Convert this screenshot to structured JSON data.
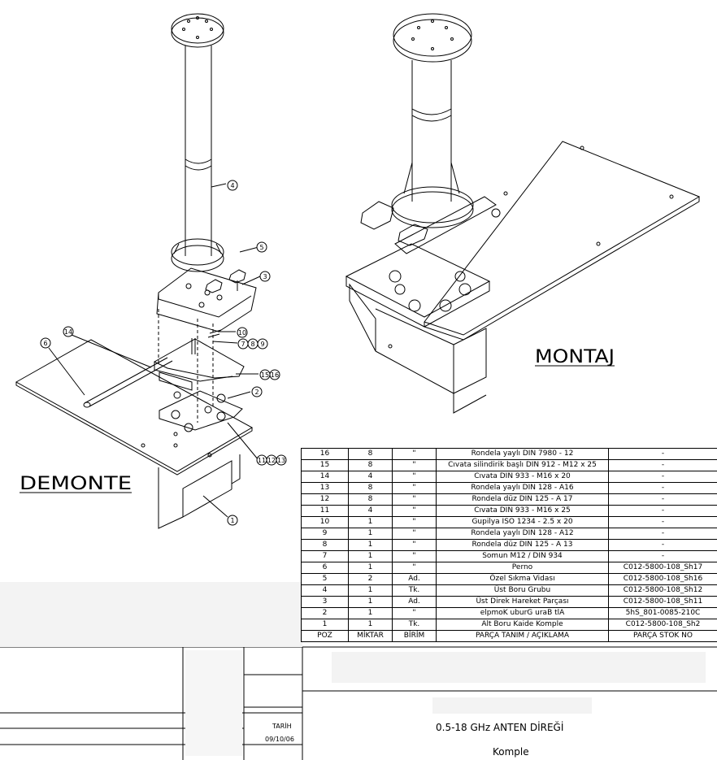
{
  "views": {
    "demonte": "DEMONTE",
    "montaj": "MONTAJ"
  },
  "callouts": [
    "1",
    "2",
    "3",
    "4",
    "5",
    "6",
    "7",
    "8",
    "9",
    "10",
    "11",
    "12",
    "13",
    "14",
    "15",
    "16"
  ],
  "bom": {
    "headers": [
      "POZ",
      "MİKTAR",
      "BİRİM",
      "PARÇA TANIM / AÇIKLAMA",
      "PARÇA STOK NO"
    ],
    "rows": [
      [
        "16",
        "8",
        "\"",
        "Rondela yaylı DIN 7980 - 12",
        "-"
      ],
      [
        "15",
        "8",
        "\"",
        "Cıvata silindirik başlı DIN 912 - M12 x 25",
        "-"
      ],
      [
        "14",
        "4",
        "\"",
        "Cıvata DIN 933 - M16 x 20",
        "-"
      ],
      [
        "13",
        "8",
        "\"",
        "Rondela yaylı DIN 128 - A16",
        "-"
      ],
      [
        "12",
        "8",
        "\"",
        "Rondela düz DIN 125 - A 17",
        "-"
      ],
      [
        "11",
        "4",
        "\"",
        "Cıvata DIN 933 - M16 x 25",
        "-"
      ],
      [
        "10",
        "1",
        "\"",
        "Gupilya ISO 1234 - 2.5 x 20",
        "-"
      ],
      [
        "9",
        "1",
        "\"",
        "Rondela yaylı DIN 128 - A12",
        "-"
      ],
      [
        "8",
        "1",
        "\"",
        "Rondela düz DIN 125 - A 13",
        "-"
      ],
      [
        "7",
        "1",
        "\"",
        "Somun M12 / DIN 934",
        "-"
      ],
      [
        "6",
        "1",
        "\"",
        "Perno",
        "C012-5800-108_Sh17"
      ],
      [
        "5",
        "2",
        "Ad.",
        "Özel Sıkma Vidası",
        "C012-5800-108_Sh16"
      ],
      [
        "4",
        "1",
        "Tk.",
        "Üst Boru Grubu",
        "C012-5800-108_Sh12"
      ],
      [
        "3",
        "1",
        "Ad.",
        "Üst Direk Hareket Parçası",
        "C012-5800-108_Sh11"
      ],
      [
        "2",
        "1",
        "\"",
        "elpmoK uburG uraB tlA",
        "5hS_801-0085-210C"
      ],
      [
        "1",
        "1",
        "Tk.",
        "Alt Boru Kaide Komple",
        "C012-5800-108_Sh2"
      ]
    ]
  },
  "title_block": {
    "tarih_label": "TARİH",
    "tarih_value": "09/10/06",
    "title": "0.5-18 GHz ANTEN DİREĞİ",
    "subtitle": "Komple"
  }
}
